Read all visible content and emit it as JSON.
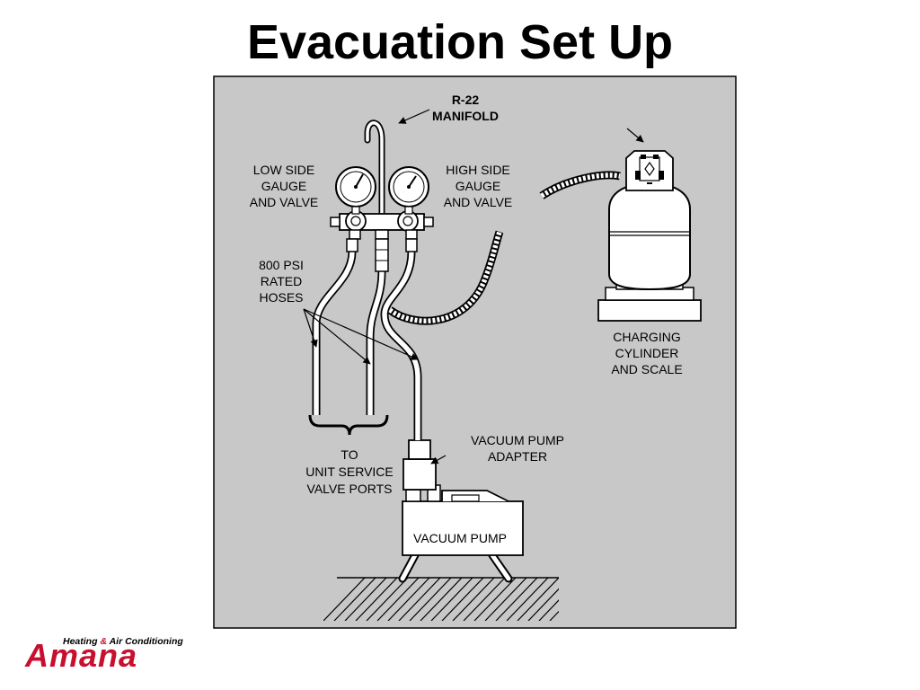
{
  "title": "Evacuation Set Up",
  "labels": {
    "manifold": [
      "R-22",
      "MANIFOLD"
    ],
    "low_side": [
      "LOW SIDE",
      "GAUGE",
      "AND VALVE"
    ],
    "high_side": [
      "HIGH SIDE",
      "GAUGE",
      "AND VALVE"
    ],
    "hoses": [
      "800 PSI",
      "RATED",
      "HOSES"
    ],
    "service_ports": [
      "TO",
      "UNIT SERVICE",
      "VALVE PORTS"
    ],
    "adapter": [
      "VACUUM PUMP",
      "ADAPTER"
    ],
    "pump": "VACUUM PUMP",
    "cylinder": [
      "CHARGING",
      "CYLINDER",
      "AND SCALE"
    ]
  },
  "logo": {
    "tagline_part1": "Heating",
    "tagline_amp": "&",
    "tagline_part2": "Air Conditioning",
    "brand": "Amana"
  },
  "colors": {
    "panel_bg": "#c8c8c8",
    "component_fill": "#ffffff",
    "line": "#000000",
    "brand_red": "#c8102e"
  }
}
